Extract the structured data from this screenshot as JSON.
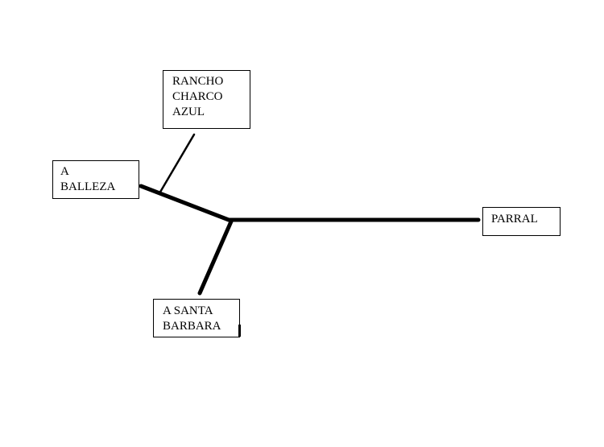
{
  "diagram": {
    "line_color": "#000000",
    "box_border_color": "#000000",
    "background_color": "#ffffff",
    "nodes": {
      "rancho": {
        "lines": [
          "RANCHO",
          "CHARCO",
          "AZUL"
        ]
      },
      "balleza": {
        "lines": [
          "A",
          "BALLEZA"
        ]
      },
      "parral": {
        "lines": [
          "PARRAL"
        ]
      },
      "santa_barbara": {
        "lines": [
          "A SANTA",
          "BARBARA"
        ]
      }
    }
  }
}
